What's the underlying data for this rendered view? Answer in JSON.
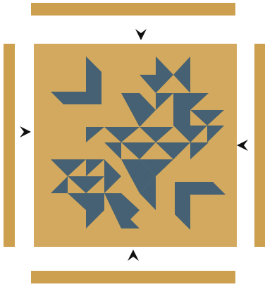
{
  "colors": {
    "fabric": "#CDA04F",
    "fabric_light": "#D2A95E",
    "pattern": "#456173",
    "arrow": "#111111",
    "background": "#FFFFFF"
  },
  "pieces": {
    "center_block": "quilt-block",
    "strips": [
      "top-strip",
      "bottom-strip",
      "left-strip",
      "right-strip"
    ],
    "arrows": [
      "arrow-down",
      "arrow-up",
      "arrow-right",
      "arrow-left"
    ]
  }
}
